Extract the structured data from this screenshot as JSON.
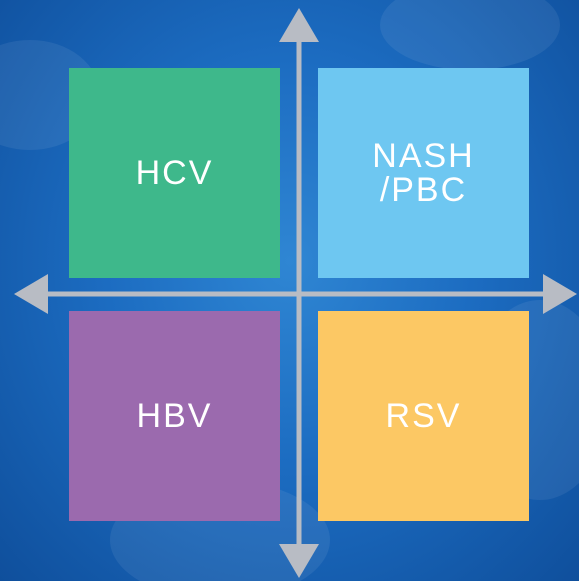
{
  "quadrants": [
    {
      "label": "HCV",
      "color": "#3eb88b"
    },
    {
      "label": "NASH\n/PBC",
      "color": "#6ec7f1"
    },
    {
      "label": "HBV",
      "color": "#9b6aae"
    },
    {
      "label": "RSV",
      "color": "#fcc864"
    }
  ],
  "colors": {
    "background": "#1c6cc1",
    "axis": "#b8bcc4"
  }
}
